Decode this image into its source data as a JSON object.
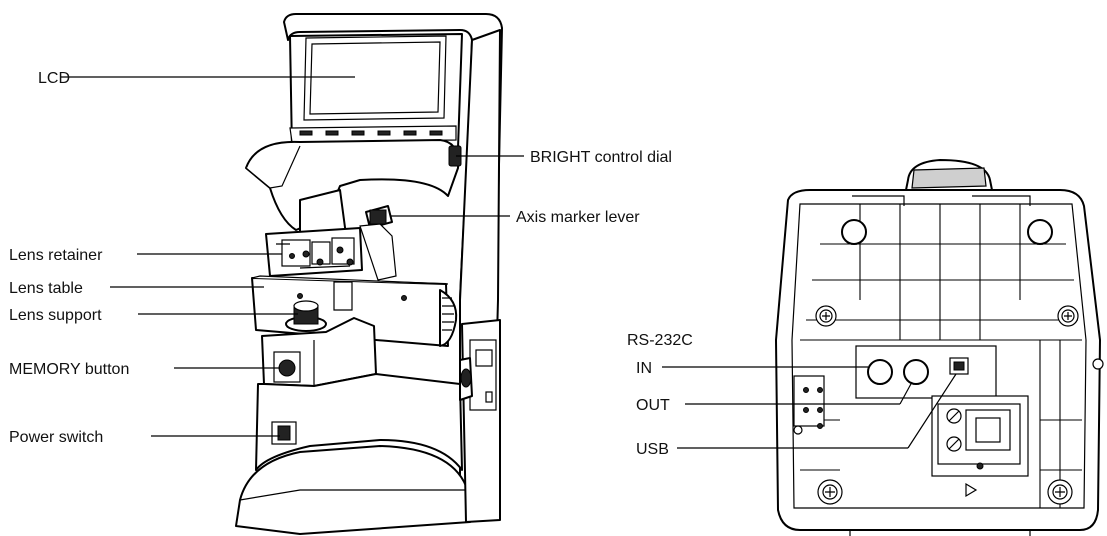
{
  "front_labels": {
    "lcd": "LCD",
    "bright_dial": "BRIGHT control dial",
    "axis_marker_lever": "Axis marker lever",
    "lens_retainer": "Lens retainer",
    "lens_table": "Lens table",
    "lens_support": "Lens support",
    "memory_button": "MEMORY button",
    "power_switch": "Power switch"
  },
  "rear_labels": {
    "rs232c": "RS-232C",
    "in": "IN",
    "out": "OUT",
    "usb": "USB"
  }
}
